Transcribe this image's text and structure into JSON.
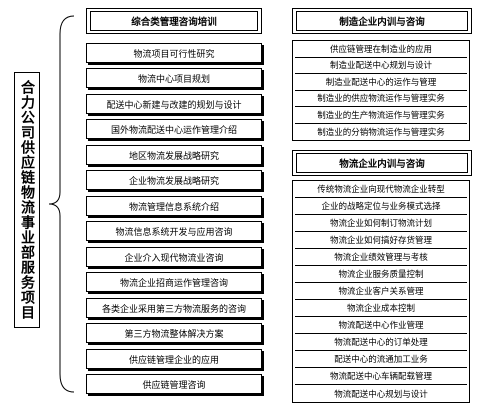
{
  "vertical_title": "合力公司供应链物流事业部服务项目",
  "left": {
    "header": "综合类管理咨询培训",
    "items": [
      "物流项目可行性研究",
      "物流中心项目规划",
      "配送中心新建与改建的规划与设计",
      "国外物流配送中心运作管理介绍",
      "地区物流发展战略研究",
      "企业物流发展战略研究",
      "物流管理信息系统介绍",
      "物流信息系统开发与应用咨询",
      "企业介入现代物流业咨询",
      "物流企业招商运作管理咨询",
      "各类企业采用第三方物流服务的咨询",
      "第三方物流整体解决方案",
      "供应链管理企业的应用",
      "供应链管理咨询"
    ]
  },
  "manufacturing": {
    "header": "制造企业内训与咨询",
    "items": [
      "供应链管理在制造业的应用",
      "制造业配送中心规划与设计",
      "制造业配送中心的运作与管理",
      "制造业的供应物流运作与管理实务",
      "制造业的生产物流运作与管理实务",
      "制造业的分销物流运作与管理实务"
    ]
  },
  "logistics": {
    "header": "物流企业内训与咨询",
    "items": [
      "传统物流企业向现代物流企业转型",
      "企业的战略定位与业务模式选择",
      "物流企业如何制订物流计划",
      "物流企业如何搞好存货管理",
      "物流企业绩效管理与考核",
      "物流企业服务质量控制",
      "物流企业客户关系管理",
      "物流企业成本控制",
      "物流配送中心作业管理",
      "物流配送中心的订单处理",
      "配送中心的流通加工业务",
      "物流配送中心车辆配载管理",
      "物流配送中心规划与设计"
    ]
  }
}
